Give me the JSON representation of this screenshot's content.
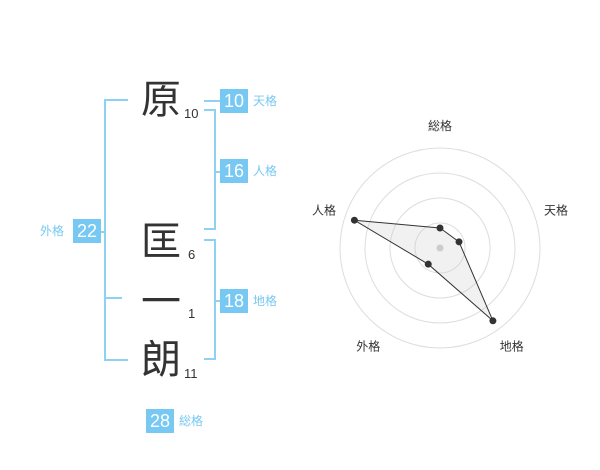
{
  "name_chars": [
    {
      "char": "原",
      "strokes": "10"
    },
    {
      "char": "匡",
      "strokes": "6"
    },
    {
      "char": "一",
      "strokes": "1"
    },
    {
      "char": "朗",
      "strokes": "11"
    }
  ],
  "kaku": {
    "tenkaku": {
      "value": "10",
      "label": "天格"
    },
    "jinkaku": {
      "value": "16",
      "label": "人格"
    },
    "chikaku": {
      "value": "18",
      "label": "地格"
    },
    "gaikaku": {
      "value": "22",
      "label": "外格"
    },
    "soukaku": {
      "value": "28",
      "label": "総格"
    }
  },
  "colors": {
    "accent": "#77c8f2",
    "line": "#8fd1f3",
    "text": "#333333"
  },
  "chart_data": {
    "type": "radar",
    "axes": [
      "総格",
      "天格",
      "地格",
      "外格",
      "人格"
    ],
    "values": [
      0.2,
      0.2,
      0.9,
      0.2,
      0.9
    ],
    "max": 1,
    "rings": 4
  }
}
